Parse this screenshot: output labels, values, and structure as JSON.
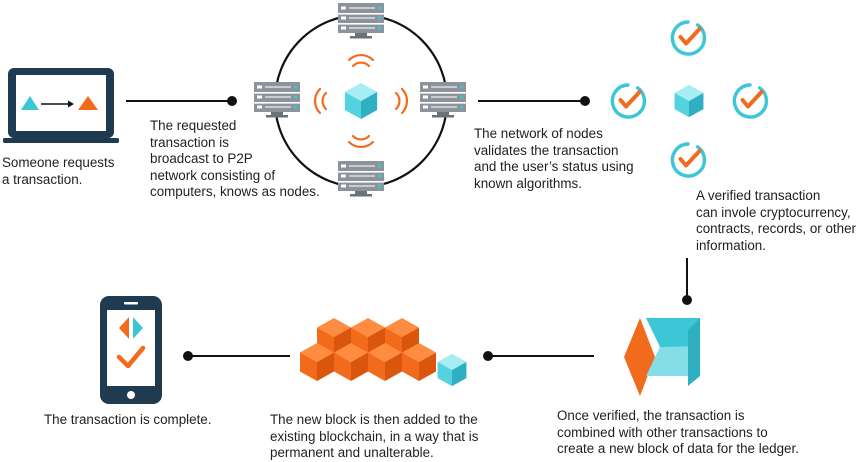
{
  "colors": {
    "navy": "#1f3b52",
    "orange": "#f26a1b",
    "cyan": "#3cc6d6",
    "server_gray": "#8c939a",
    "line": "#111111"
  },
  "steps": [
    {
      "id": "request",
      "icon": "laptop-icon",
      "lines": [
        "Someone requests",
        "a transaction."
      ]
    },
    {
      "id": "broadcast",
      "icon": "server-network-icon",
      "lines": [
        "The requested",
        "transaction is",
        "broadcast to P2P",
        "network consisting of",
        "computers, knows as nodes."
      ]
    },
    {
      "id": "validate",
      "icon": "verified-nodes-icon",
      "lines": [
        "The network of nodes",
        "validates the transaction",
        "and the user’s status using",
        "known algorithms."
      ]
    },
    {
      "id": "verified",
      "icon": "checkmark-icon",
      "lines": [
        "A verified transaction",
        "can invole cryptocurrency,",
        "contracts, records, or other",
        "information."
      ]
    },
    {
      "id": "new-block",
      "icon": "block-icon",
      "lines": [
        "Once verified, the transaction is",
        "combined with other transactions to",
        "create a new block of data for the ledger."
      ]
    },
    {
      "id": "chain",
      "icon": "blockchain-icon",
      "lines": [
        "The new block is then added to the",
        "existing blockchain, in a way that is",
        "permanent and unalterable."
      ]
    },
    {
      "id": "complete",
      "icon": "phone-icon",
      "lines": [
        "The transaction is complete."
      ]
    }
  ]
}
